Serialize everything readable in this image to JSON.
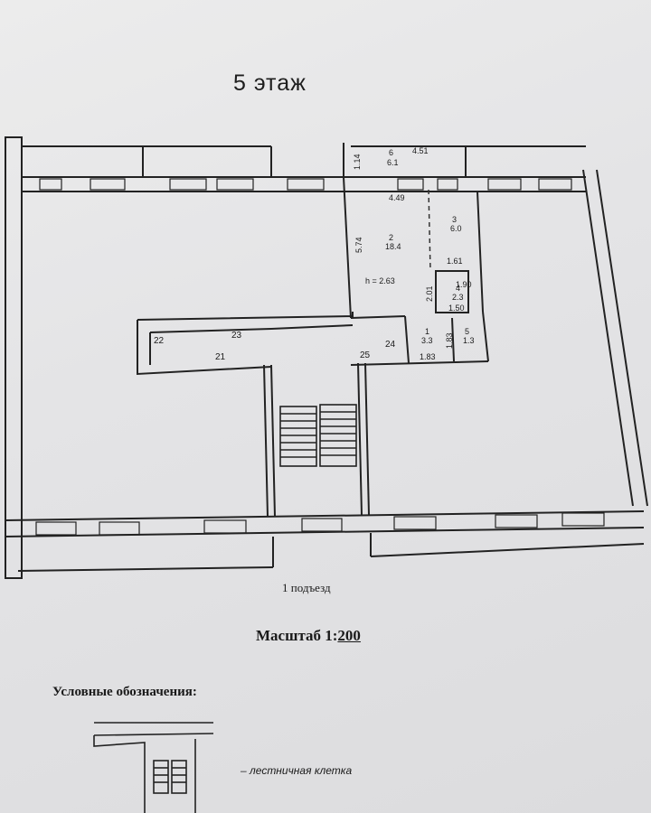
{
  "title": "5 этаж",
  "rooms": {
    "r1": {
      "num": "1",
      "area": "3.3"
    },
    "r2": {
      "num": "2",
      "area": "18.4"
    },
    "r3": {
      "num": "3",
      "area": "6.0"
    },
    "r4": {
      "num": "4",
      "area": "2.3"
    },
    "r5": {
      "num": "5",
      "area": "1.3"
    },
    "r6": {
      "num": "6",
      "area": "6.1"
    }
  },
  "dimensions": {
    "d_451": "4.51",
    "d_114": "1.14",
    "d_449": "4.49",
    "d_574": "5.74",
    "d_161": "1.61",
    "d_201": "2.01",
    "d_190": "1.90",
    "d_150": "1.50",
    "d_183": "1.83",
    "d_183b": "1.83",
    "height": "h = 2.63"
  },
  "zones": [
    "21",
    "22",
    "23",
    "24",
    "25"
  ],
  "entrance": "1 подъезд",
  "scale": {
    "label": "Масштаб 1:",
    "value": "200"
  },
  "legend": {
    "title": "Условные обозначения:",
    "staircase": "– лестничная клетка"
  }
}
